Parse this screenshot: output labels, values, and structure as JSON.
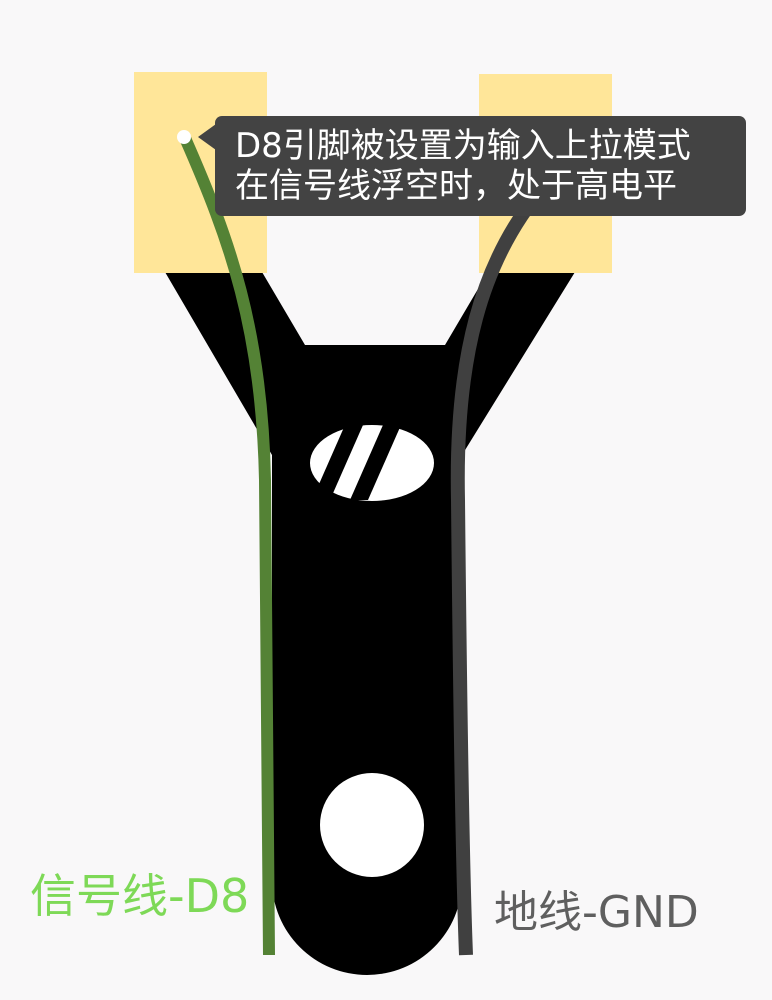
{
  "tooltip": {
    "line1": "D8引脚被设置为输入上拉模式",
    "line2": "在信号线浮空时，处于高电平"
  },
  "labels": {
    "signal": "信号线-D8",
    "ground": "地线-GND"
  },
  "colors": {
    "background": "#f9f8f9",
    "pad": "#ffe699",
    "board": "#000000",
    "signal_wire": "#548235",
    "ground_wire": "#404040",
    "tooltip_bg": "#434343",
    "signal_label": "#7ed957",
    "ground_label": "#5f5f5f"
  }
}
